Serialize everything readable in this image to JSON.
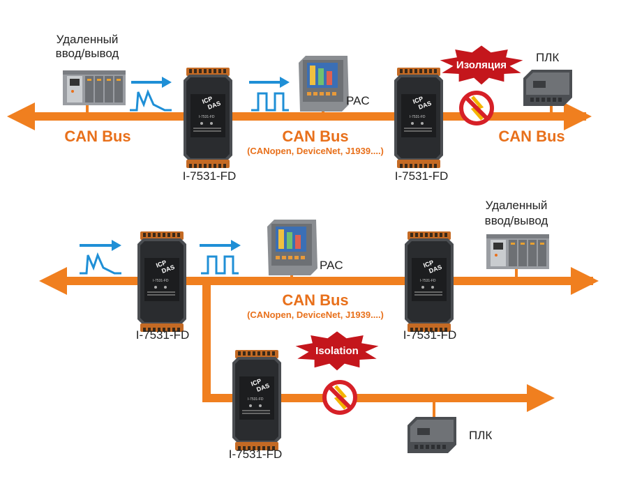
{
  "top": {
    "remote_io_label_line1": "Удаленный",
    "remote_io_label_line2": "ввод/вывод",
    "bus_left": "CAN Bus",
    "bus_center": "CAN Bus",
    "bus_protocols": "(CANopen, DeviceNet, J1939....)",
    "bus_right": "CAN Bus",
    "pac_label": "PAC",
    "plc_label": "ПЛК",
    "isolation_badge": "Изоляция",
    "converter1_label": "I-7531-FD",
    "converter2_label": "I-7531-FD"
  },
  "bottom": {
    "remote_io_label_line1": "Удаленный",
    "remote_io_label_line2": "ввод/вывод",
    "bus_center": "CAN Bus",
    "bus_protocols": "(CANopen, DeviceNet, J1939....)",
    "pac_label": "PAC",
    "plc_label": "ПЛК",
    "isolation_badge": "Isolation",
    "converter1_label": "I-7531-FD",
    "converter2_label": "I-7531-FD",
    "converter3_label": "I-7531-FD"
  },
  "device": {
    "brand_line1": "ICP",
    "brand_line2": "DAS",
    "model_text": "I-7531-FD"
  },
  "colors": {
    "bus_orange": "#f07f1f",
    "bus_text": "#e8701b",
    "signal_blue": "#1f8fd6",
    "isolation_red": "#c4161c",
    "device_body": "#505357"
  },
  "icons": [
    "arrow-right-icon",
    "pulse-wave-icon",
    "square-wave-icon",
    "no-connection-icon",
    "starburst-badge-icon"
  ]
}
